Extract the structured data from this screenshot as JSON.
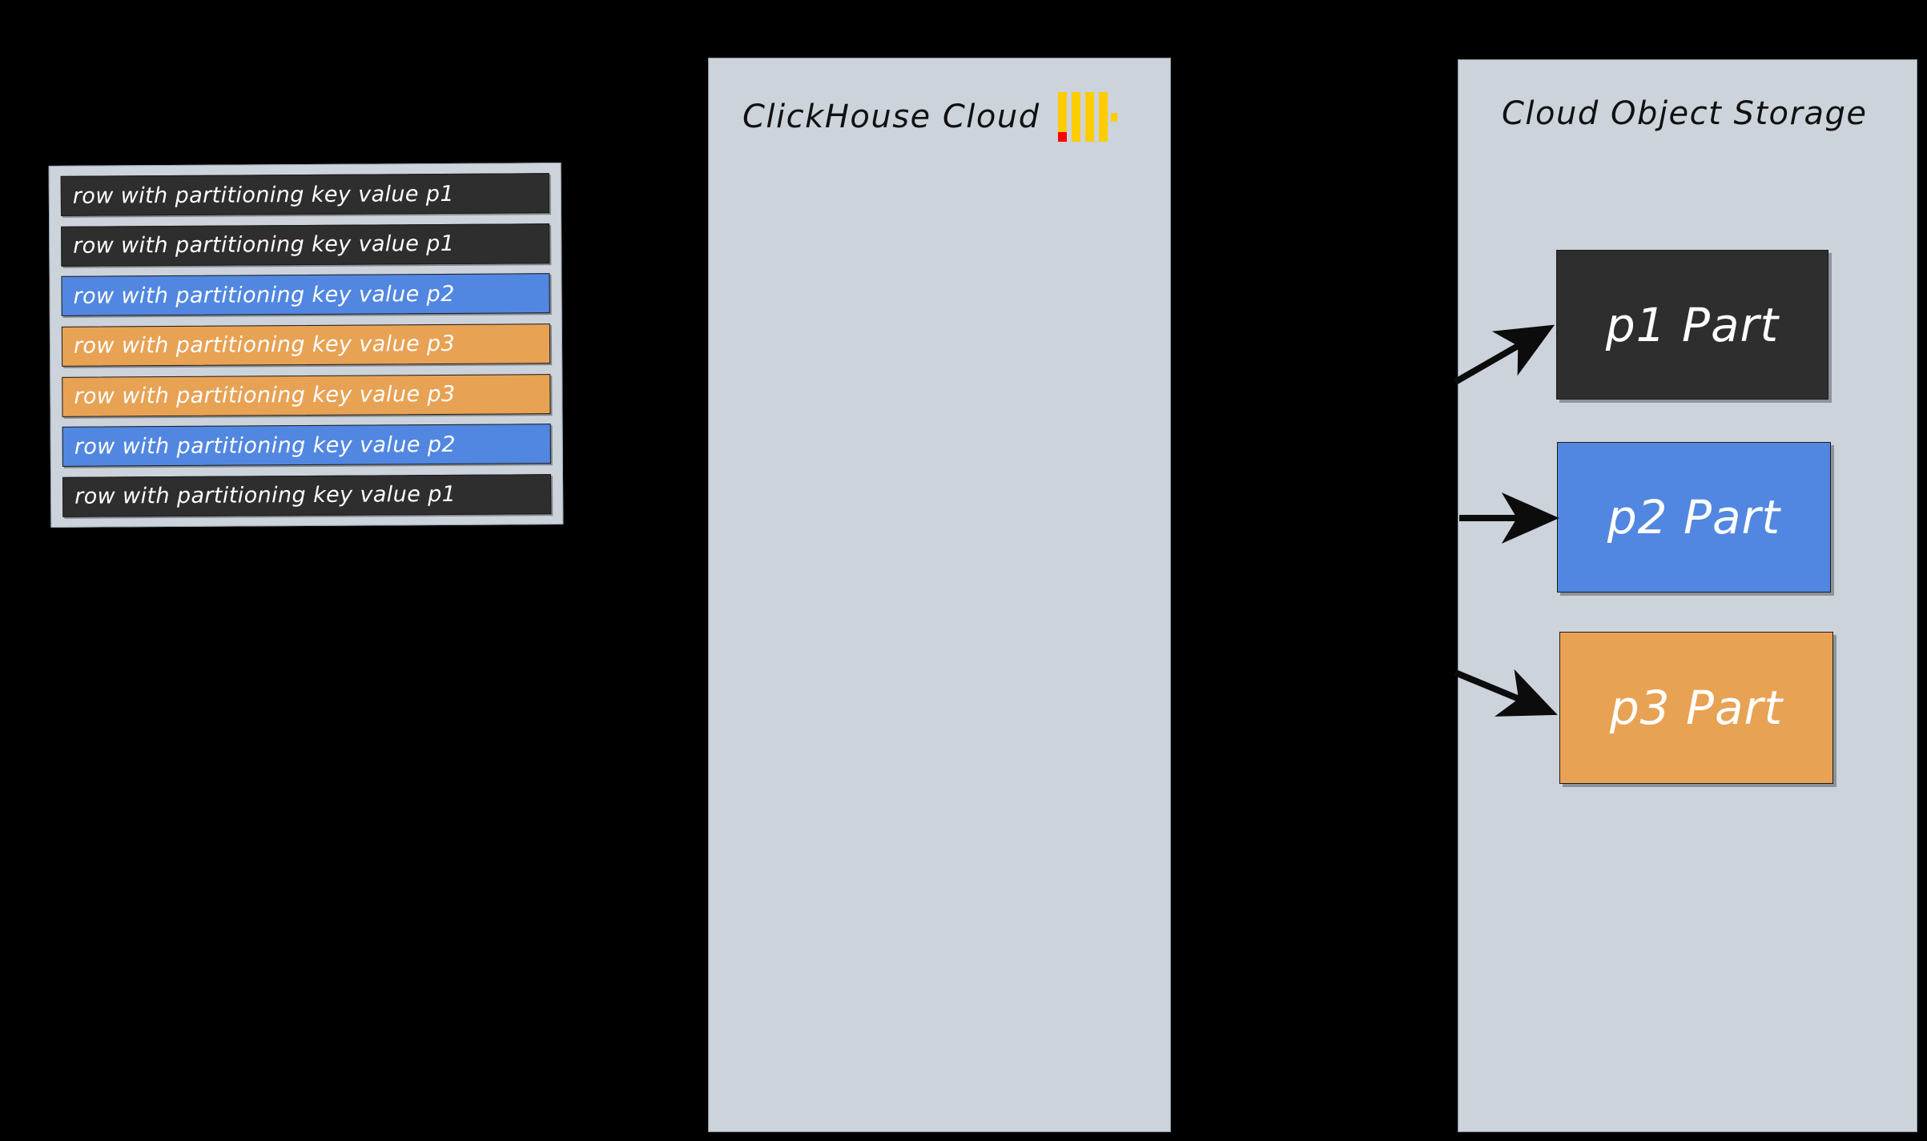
{
  "diagram": {
    "title": "ClickHouse Cloud partitioning to object storage",
    "background_color": "#000000"
  },
  "colors": {
    "panel_fill": "#ccd3db",
    "p1": "#2e2e2e",
    "p2": "#5187e0",
    "p3": "#e8a254",
    "logo_yellow": "#ffcc00",
    "logo_red": "#ff0000",
    "text_light": "#ffffff",
    "text_dark": "#101010"
  },
  "row_list": {
    "name": "table-rows",
    "rows": [
      {
        "label": "row with partitioning key value p1",
        "partition": "p1"
      },
      {
        "label": "row with partitioning key value p1",
        "partition": "p1"
      },
      {
        "label": "row with partitioning key value p2",
        "partition": "p2"
      },
      {
        "label": "row with partitioning key value p3",
        "partition": "p3"
      },
      {
        "label": "row with partitioning key value p3",
        "partition": "p3"
      },
      {
        "label": "row with partitioning key value p2",
        "partition": "p2"
      },
      {
        "label": "row with partitioning key value p1",
        "partition": "p1"
      }
    ]
  },
  "clickhouse_panel": {
    "title": "ClickHouse Cloud",
    "logo": {
      "name": "clickhouse-logo",
      "bars": 4,
      "accent_square_color": "#ff0000"
    }
  },
  "storage_panel": {
    "title": "Cloud Object Storage",
    "parts": [
      {
        "label": "p1 Part",
        "partition": "p1"
      },
      {
        "label": "p2 Part",
        "partition": "p2"
      },
      {
        "label": "p3 Part",
        "partition": "p3"
      }
    ]
  },
  "arrows": [
    {
      "name": "arrow-to-p1-part",
      "direction": "up-right",
      "target": "p1 Part"
    },
    {
      "name": "arrow-to-p2-part",
      "direction": "right",
      "target": "p2 Part"
    },
    {
      "name": "arrow-to-p3-part",
      "direction": "down-right",
      "target": "p3 Part"
    }
  ]
}
